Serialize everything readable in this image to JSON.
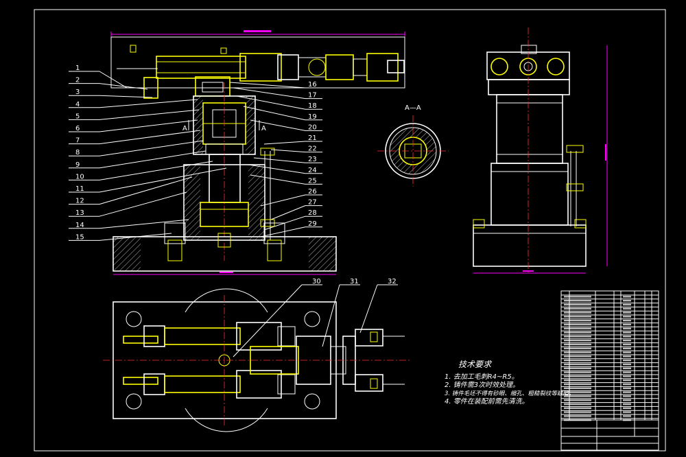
{
  "drawing": {
    "part_labels_left": [
      "1",
      "2",
      "3",
      "4",
      "5",
      "6",
      "7",
      "8",
      "9",
      "10",
      "11",
      "12",
      "13",
      "14",
      "15"
    ],
    "part_labels_right": [
      "16",
      "17",
      "18",
      "19",
      "20",
      "21",
      "22",
      "23",
      "24",
      "25",
      "26",
      "27",
      "28",
      "29"
    ],
    "part_labels_top": [
      "30",
      "31",
      "32"
    ],
    "section_label": "A—A",
    "section_marker": "A"
  },
  "tech_requirements": {
    "title": "技术要求",
    "items": [
      "1. 去加工毛刺R4~R5。",
      "2. 铸件需3次时效处理。",
      "3. 铸件毛坯不得有砂眼、缩孔、粗糙裂纹等缺陷。",
      "4. 零件在装配前需先清洗。"
    ]
  },
  "colors": {
    "background": "#000000",
    "outline": "#ffffff",
    "body": "#ffff00",
    "dimension": "#ff00ff",
    "hidden": "#00ffff",
    "centerline": "#ff3030"
  }
}
